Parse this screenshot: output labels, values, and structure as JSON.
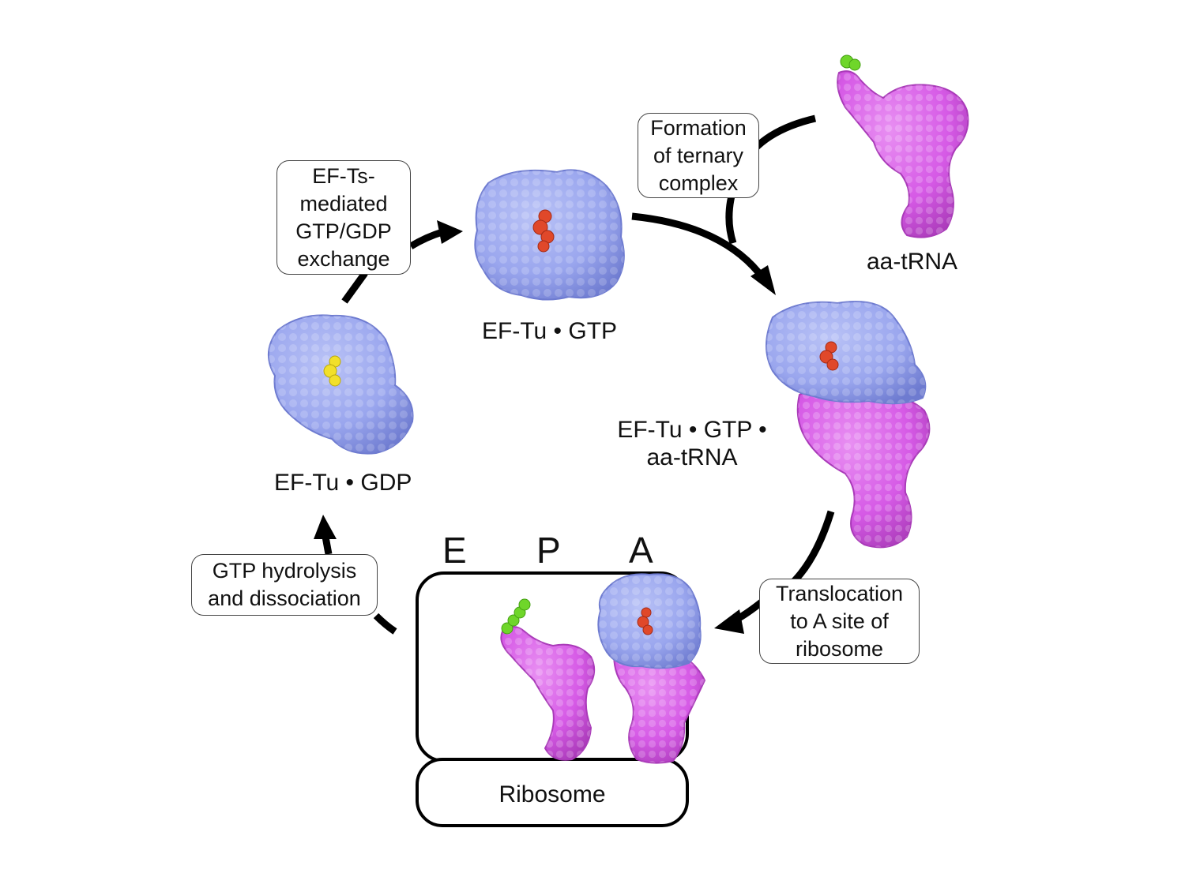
{
  "molecules": {
    "ef_tu_gtp": "EF-Tu • GTP",
    "ef_tu_gdp": "EF-Tu • GDP",
    "aa_trna": "aa-tRNA",
    "ternary_line1": "EF-Tu • GTP •",
    "ternary_line2": "aa-tRNA"
  },
  "steps": {
    "exchange": [
      "EF-Ts-",
      "mediated",
      "GTP/GDP",
      "exchange"
    ],
    "ternary": [
      "Formation",
      "of ternary",
      "complex"
    ],
    "translocation": [
      "Translocation",
      "to A site of",
      "ribosome"
    ],
    "hydrolysis": [
      "GTP hydrolysis",
      "and dissociation"
    ]
  },
  "ribosome": {
    "label": "Ribosome",
    "sites": [
      "E",
      "P",
      "A"
    ]
  },
  "colors": {
    "ef_tu": "#9aa6ee",
    "ef_tu_dark": "#6e7bd0",
    "trna": "#d65ae6",
    "trna_dark": "#a93ab8",
    "gtp": "#e0482a",
    "gdp": "#f2e02a",
    "amino_acid": "#6fd62a",
    "arrow": "#000000"
  },
  "icons": {
    "ef_tu_gtp": "protein-globule-icon",
    "ef_tu_gdp": "protein-globule-icon",
    "aa_trna": "trna-molecule-icon",
    "ternary_complex": "ternary-complex-icon"
  }
}
